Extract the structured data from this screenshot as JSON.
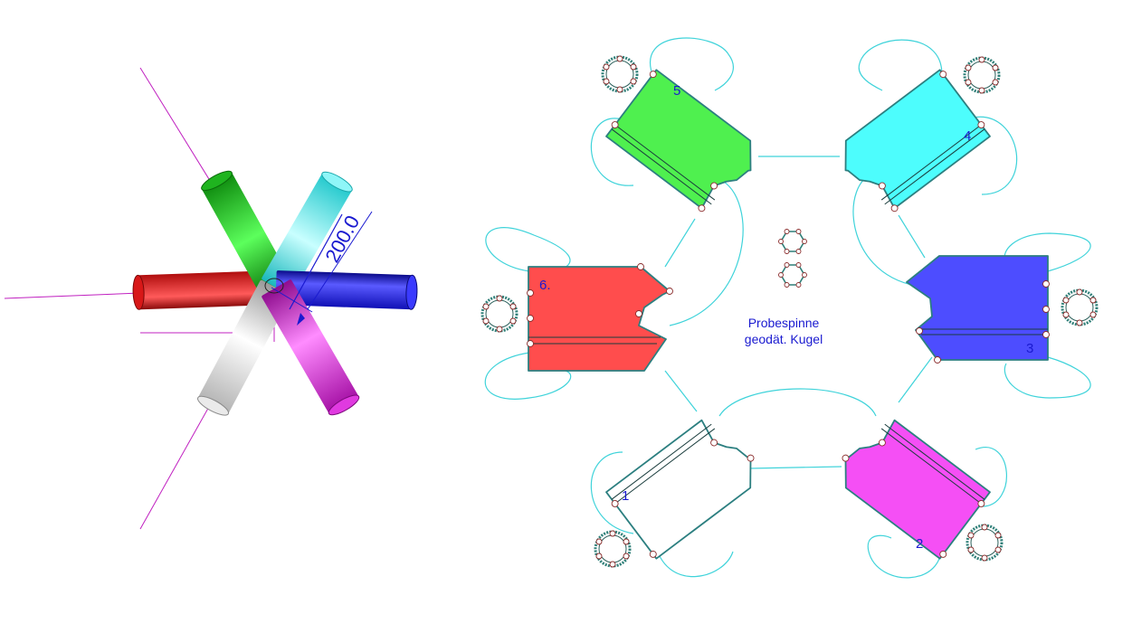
{
  "left_view": {
    "dimension_label": "200.0",
    "colors": {
      "guide": "#c020c0",
      "dimension": "#1a1ad0",
      "tubes": [
        "#22c022",
        "#3fe6ea",
        "#e02020",
        "#2020e6",
        "#d8d8d8",
        "#d51fd5"
      ]
    }
  },
  "right_view": {
    "note_lines": [
      "Probespinne",
      "geodät. Kugel"
    ],
    "note_color": "#1a1ad0",
    "connector_color": "#3fd3da",
    "pieces": [
      {
        "label": "1",
        "fill": "#ffffff"
      },
      {
        "label": "2",
        "fill": "#f54ff5"
      },
      {
        "label": "3",
        "fill": "#4d4dff"
      },
      {
        "label": "4",
        "fill": "#4dfdfd"
      },
      {
        "label": "5",
        "fill": "#4ff04f"
      },
      {
        "label": "6.",
        "fill": "#ff4d4d"
      }
    ]
  }
}
